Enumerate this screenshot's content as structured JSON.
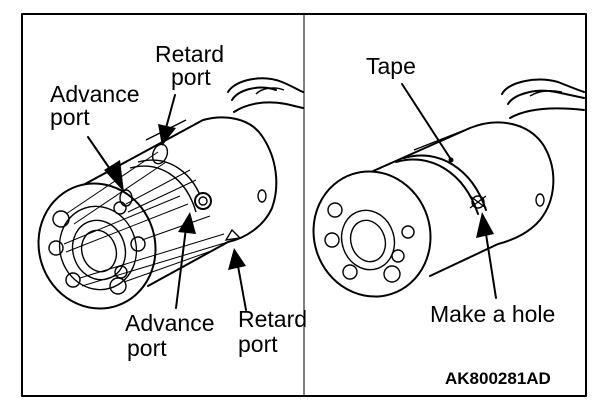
{
  "left_panel": {
    "labels": {
      "retard_top": [
        "Retard",
        "port"
      ],
      "advance_left": [
        "Advance",
        "port"
      ],
      "advance_bottom": [
        "Advance",
        "port"
      ],
      "retard_bottom": [
        "Retard",
        "port"
      ]
    }
  },
  "right_panel": {
    "labels": {
      "tape": "Tape",
      "make_hole": "Make a hole"
    }
  },
  "figure_code": "AK800281AD"
}
